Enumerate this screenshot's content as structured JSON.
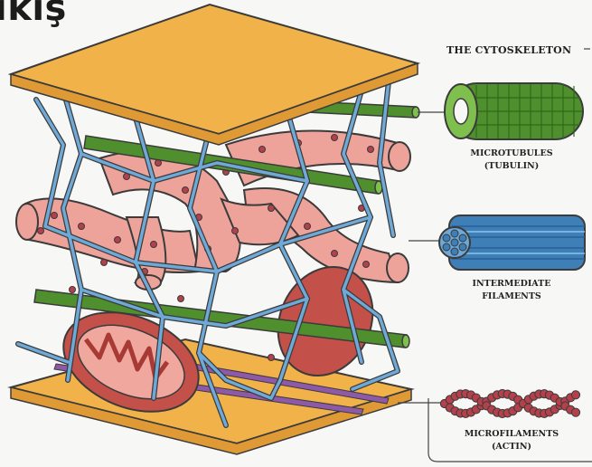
{
  "header": {
    "title": "ıkış"
  },
  "panel": {
    "title": "THE CYTOSKELETON",
    "items": [
      {
        "line1": "MICROTUBULES",
        "line2": "(TUBULIN)"
      },
      {
        "line1": "INTERMEDIATE",
        "line2": "FILAMENTS"
      },
      {
        "line1": "MICROFILAMENTS",
        "line2": "(ACTIN)"
      }
    ]
  },
  "colors": {
    "plate": "#f2b24a",
    "er": "#eda39a",
    "microtubule": "#4f8f2e",
    "intermediate": "#4f8fc4",
    "actin": "#b3404a",
    "mitochondrion": "#c4504a"
  }
}
